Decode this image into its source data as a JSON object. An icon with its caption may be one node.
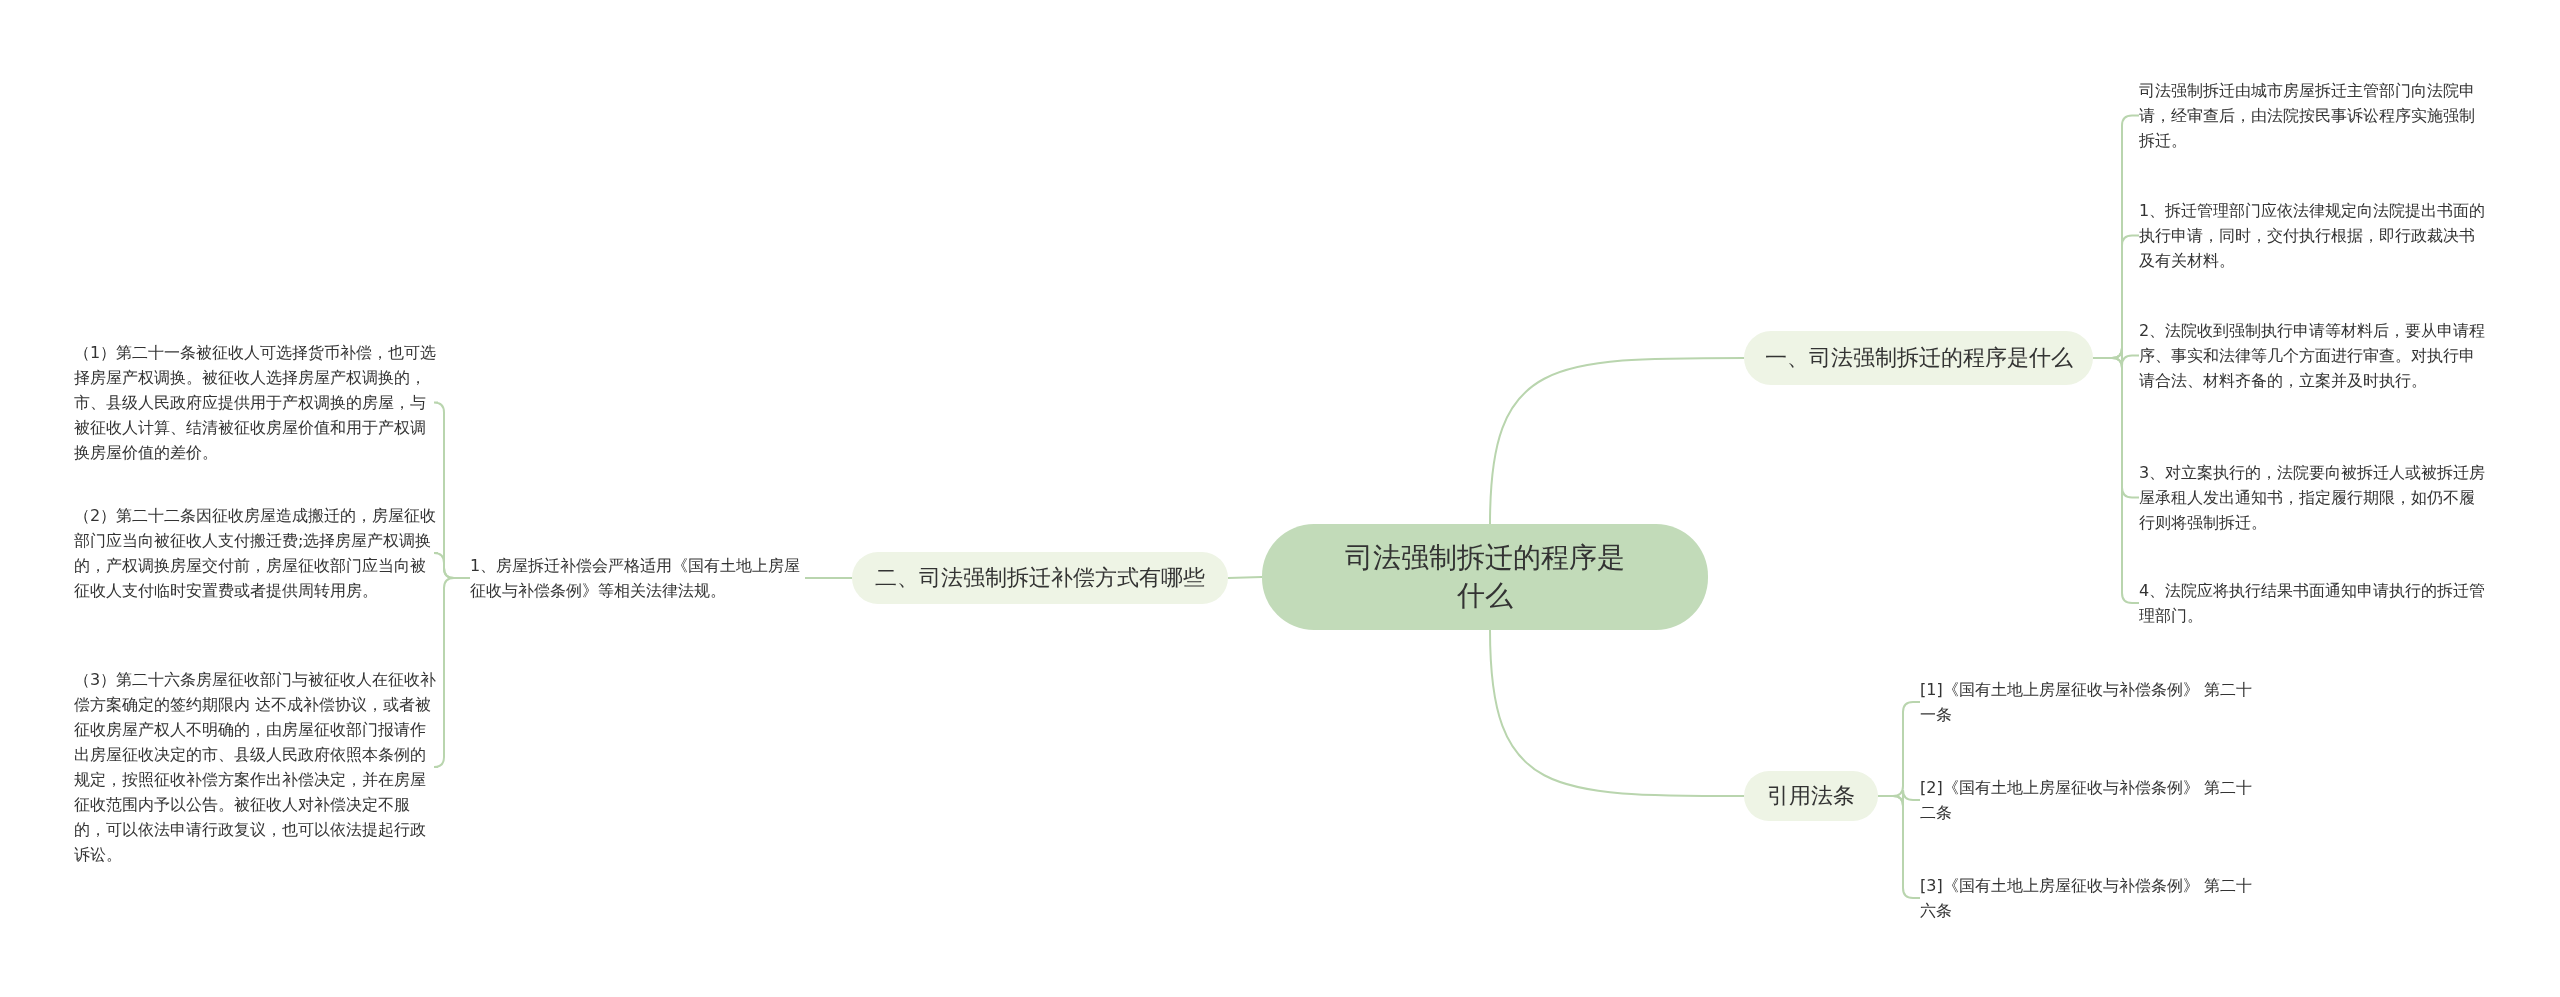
{
  "diagram": {
    "nodes": [
      {
        "text": [
          "司法强制拆迁的程序是什么"
        ]
      },
      {
        "text": [
          "一、司法强制拆迁的程序是什么"
        ]
      },
      {
        "text": [
          "司法强制拆迁由城市房屋拆迁主管部门向法院申请，经审查后，由法院按民事诉讼程序实施强制拆迁。"
        ]
      },
      {
        "text": [
          "1、拆迁管理部门应依法律规定向法院提出书面的执行申请，同时，交付执行根据，即行政裁决书及有关材料。"
        ]
      },
      {
        "text": [
          "2、法院收到强制执行申请等材料后，要从申请程序、事实和法律等几个方面进行审查。对执行申请合法、材料齐备的，立案并及时执行。"
        ]
      },
      {
        "text": [
          "3、对立案执行的，法院要向被拆迁人或被拆迁房屋承租人发出通知书，指定履行期限，如仍不履行则将强制拆迁。"
        ]
      },
      {
        "text": [
          "4、法院应将执行结果书面通知申请执行的拆迁管理部门。"
        ]
      },
      {
        "text": [
          "二、司法强制拆迁补偿方式有哪些"
        ]
      },
      {
        "text": [
          "1、房屋拆迁补偿会严格适用《国有土地上房屋征收与补偿条例》等相关法律法规。"
        ]
      },
      {
        "text": [
          "（1）第二十一条被征收人可选择货币补偿，也可选择房屋产权调换。被征收人选择房屋产权调换的，市、县级人民政府应提供用于产权调换的房屋，与被征收人计算、结清被征收房屋价值和用于产权调换房屋价值的差价。"
        ]
      },
      {
        "text": [
          "（2）第二十二条因征收房屋造成搬迁的，房屋征收部门应当向被征收人支付搬迁费;选择房屋产权调换的，产权调换房屋交付前，房屋征收部门应当向被征收人支付临时安置费或者提供周转用房。"
        ]
      },
      {
        "text": [
          "（3）第二十六条房屋征收部门与被征收人在征收补偿方案确定的签约期限内 达不成补偿协议，或者被征收房屋产权人不明确的，由房屋征收部门报请作出房屋征收决定的市、县级人民政府依照本条例的规定，按照征收补偿方案作出补偿决定，并在房屋征收范围内予以公告。被征收人对补偿决定不服的，可以依法申请行政复议，也可以依法提起行政诉讼。"
        ]
      },
      {
        "text": [
          "引用法条"
        ]
      },
      {
        "text": [
          "[1]《国有土地上房屋征收与补偿条例》 第二十一条"
        ]
      },
      {
        "text": [
          "[2]《国有土地上房屋征收与补偿条例》 第二十二条"
        ]
      },
      {
        "text": [
          "[3]《国有土地上房屋征收与补偿条例》 第二十六条"
        ]
      }
    ],
    "edges": [
      {
        "from": 0,
        "to": 1,
        "arrow": "none"
      },
      {
        "from": 1,
        "to": 2,
        "arrow": "none"
      },
      {
        "from": 1,
        "to": 3,
        "arrow": "none"
      },
      {
        "from": 1,
        "to": 4,
        "arrow": "none"
      },
      {
        "from": 1,
        "to": 5,
        "arrow": "none"
      },
      {
        "from": 1,
        "to": 6,
        "arrow": "none"
      },
      {
        "from": 0,
        "to": 7,
        "arrow": "none"
      },
      {
        "from": 7,
        "to": 8,
        "arrow": "none"
      },
      {
        "from": 8,
        "to": 9,
        "arrow": "none"
      },
      {
        "from": 8,
        "to": 10,
        "arrow": "none"
      },
      {
        "from": 8,
        "to": 11,
        "arrow": "none"
      },
      {
        "from": 0,
        "to": 12,
        "arrow": "none"
      },
      {
        "from": 12,
        "to": 13,
        "arrow": "none"
      },
      {
        "from": 12,
        "to": 14,
        "arrow": "none"
      },
      {
        "from": 12,
        "to": 15,
        "arrow": "none"
      }
    ]
  }
}
